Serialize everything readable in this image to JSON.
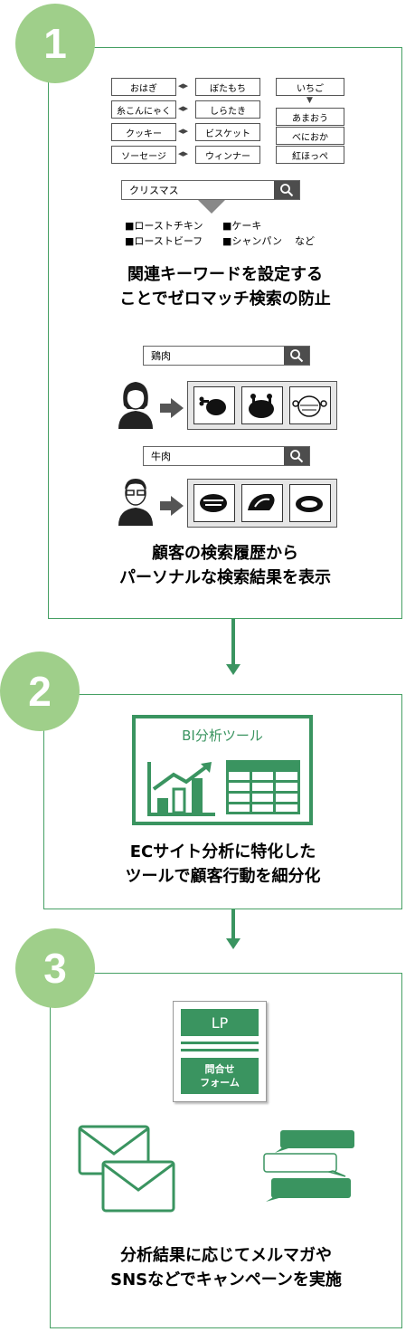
{
  "steps": [
    {
      "number": "1"
    },
    {
      "number": "2"
    },
    {
      "number": "3"
    }
  ],
  "keyword_pairs": [
    {
      "left": "おはぎ",
      "right": "ぼたもち"
    },
    {
      "left": "糸こんにゃく",
      "right": "しらたき"
    },
    {
      "left": "クッキー",
      "right": "ビスケット"
    },
    {
      "left": "ソーセージ",
      "right": "ウィンナー"
    }
  ],
  "keyword_tree": {
    "parent": "いちご",
    "children": [
      "あまおう",
      "べにおか",
      "紅ほっぺ"
    ]
  },
  "search_christmas": {
    "query": "クリスマス",
    "results_row1": [
      "■ローストチキン",
      "■ケーキ"
    ],
    "results_row2": [
      "■ローストビーフ",
      "■シャンパン",
      "など"
    ]
  },
  "step1_caption": [
    "関連キーワードを設定する",
    "ことでゼロマッチ検索の防止"
  ],
  "search_chicken": {
    "query": "鶏肉"
  },
  "search_beef": {
    "query": "牛肉"
  },
  "step1b_caption": [
    "顧客の検索履歴から",
    "パーソナルな検索結果を表示"
  ],
  "bi_tool": {
    "title": "BI分析ツール"
  },
  "step2_caption": [
    "ECサイト分析に特化した",
    "ツールで顧客行動を細分化"
  ],
  "lp_doc": {
    "title": "LP",
    "form_label_1": "問合せ",
    "form_label_2": "フォーム"
  },
  "step3_caption": [
    "分析結果に応じてメルマガや",
    "SNSなどでキャンペーンを実施"
  ],
  "colors": {
    "accent": "#46a064",
    "badge": "#9fcf8a",
    "dark_green": "#3a9460"
  }
}
